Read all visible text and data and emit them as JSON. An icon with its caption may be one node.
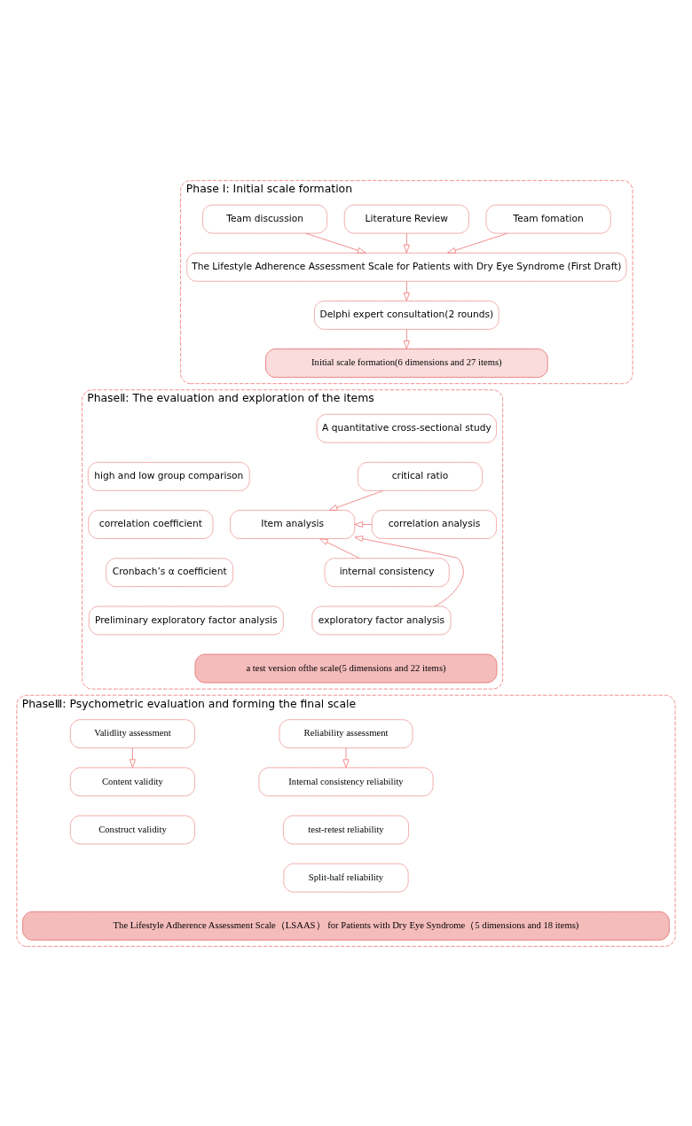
{
  "diagram": {
    "nodes": [
      {
        "text": [
          "Phase Ⅰ: Initial scale formation"
        ]
      },
      {
        "text": [
          "Team fomation"
        ],
        "in": 0
      },
      {
        "text": [
          "Literature Review"
        ],
        "in": 0
      },
      {
        "text": [
          "Team discussion"
        ],
        "in": 0
      },
      {
        "text": [
          "The Lifestyle Adherence Assessment Scale for Patients with Dry Eye Syndrome (First Draft)"
        ],
        "in": 0
      },
      {
        "text": [
          "Delphi expert consultation(2 rounds)"
        ],
        "in": 0
      },
      {
        "text": [
          "Initial scale formation(6 dimensions and 27 items)"
        ],
        "in": 0
      },
      {
        "text": [
          "PhaseⅡ: The evaluation and exploration of the items"
        ]
      },
      {
        "text": [
          "A quantitative cross-sectional study"
        ],
        "in": 7
      },
      {
        "text": [
          "Item analysis"
        ],
        "in": 7
      },
      {
        "text": [
          "critical ratio"
        ],
        "in": 7
      },
      {
        "text": [
          "high and low group comparison"
        ],
        "in": 7
      },
      {
        "text": [
          "correlation analysis"
        ],
        "in": 7
      },
      {
        "text": [
          "correlation coefficient"
        ],
        "in": 7
      },
      {
        "text": [
          "internal consistency"
        ],
        "in": 7
      },
      {
        "text": [
          "Cronbach’s α coefficient"
        ],
        "in": 7
      },
      {
        "text": [
          "exploratory factor analysis"
        ],
        "in": 7
      },
      {
        "text": [
          "Preliminary exploratory factor analysis"
        ],
        "in": 7
      },
      {
        "text": [
          "a test version ofthe scale(5 dimensions and 22 items)"
        ],
        "in": 7
      },
      {
        "text": [
          "PhaseⅢ: Psychometric evaluation and forming the final scale"
        ]
      },
      {
        "text": [
          "Reliability assessment"
        ],
        "in": 19
      },
      {
        "text": [
          "Validlity assessment"
        ],
        "in": 19
      },
      {
        "text": [
          "Internal consistency reliability"
        ],
        "in": 19
      },
      {
        "text": [
          "Content validity"
        ],
        "in": 19
      },
      {
        "text": [
          "test-retest reliability"
        ],
        "in": 19
      },
      {
        "text": [
          "Construct validity"
        ],
        "in": 19
      },
      {
        "text": [
          "Split-half reliability"
        ],
        "in": 19
      },
      {
        "text": [
          "The Lifestyle Adherence Assessment Scale（LSAAS） for Patients with Dry Eye Syndrome（5 dimensions and 18 items)"
        ],
        "in": 19
      }
    ],
    "edges": [
      {
        "from": 1,
        "to": 4,
        "arrow": "to"
      },
      {
        "from": 2,
        "to": 4,
        "arrow": "to"
      },
      {
        "from": 3,
        "to": 4,
        "arrow": "to"
      },
      {
        "from": 4,
        "to": 5,
        "arrow": "to"
      },
      {
        "from": 5,
        "to": 6,
        "arrow": "to"
      },
      {
        "from": 10,
        "to": 9,
        "arrow": "to"
      },
      {
        "from": 12,
        "to": 9,
        "arrow": "to"
      },
      {
        "from": 14,
        "to": 9,
        "arrow": "to"
      },
      {
        "from": 16,
        "to": 9,
        "arrow": "to"
      },
      {
        "from": 20,
        "to": 22,
        "arrow": "to"
      },
      {
        "from": 21,
        "to": 23,
        "arrow": "to"
      }
    ]
  }
}
